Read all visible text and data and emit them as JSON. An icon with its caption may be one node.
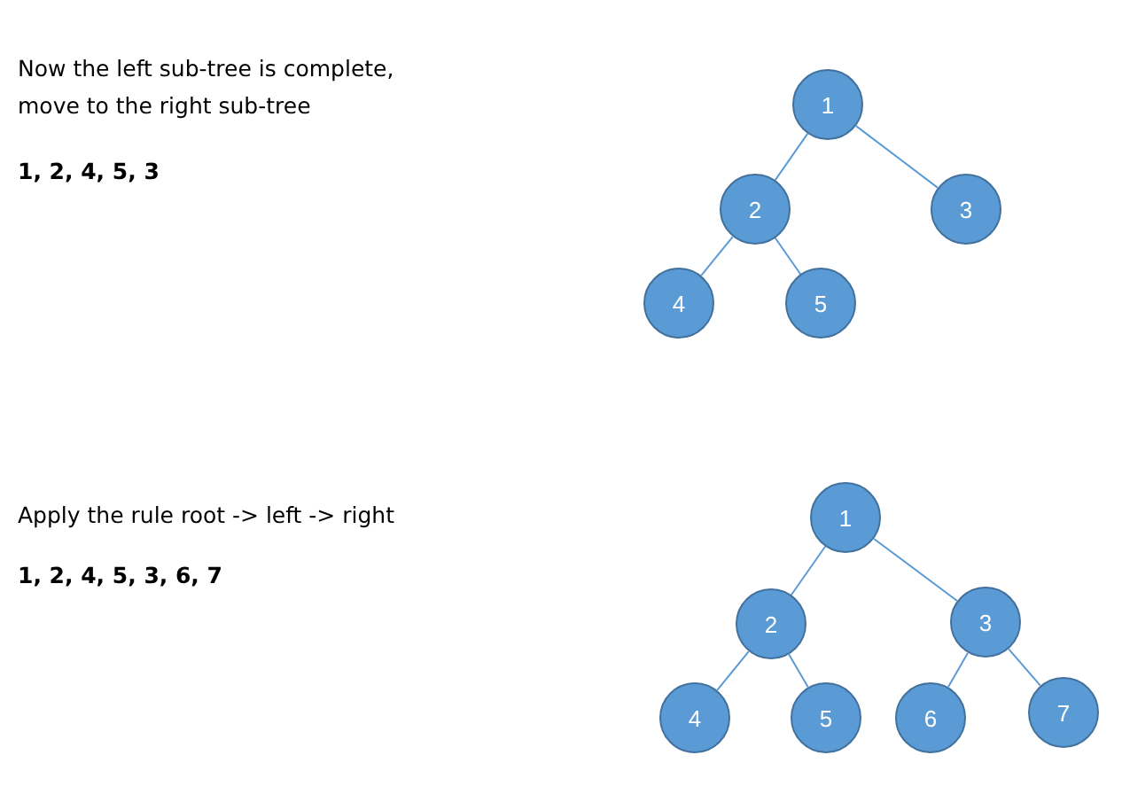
{
  "diagram": {
    "nodes": [
      {
        "text": [
          "1"
        ]
      },
      {
        "text": [
          "2"
        ]
      },
      {
        "text": [
          "3"
        ]
      },
      {
        "text": [
          "4"
        ]
      },
      {
        "text": [
          "5"
        ]
      },
      {
        "text": [
          "1"
        ]
      },
      {
        "text": [
          "2"
        ]
      },
      {
        "text": [
          "3"
        ]
      },
      {
        "text": [
          "4"
        ]
      },
      {
        "text": [
          "5"
        ]
      },
      {
        "text": [
          "6"
        ]
      },
      {
        "text": [
          "7"
        ]
      }
    ],
    "edges": [
      {
        "from": 0,
        "to": 1,
        "arrow": "none"
      },
      {
        "from": 0,
        "to": 2,
        "arrow": "none"
      },
      {
        "from": 1,
        "to": 3,
        "arrow": "none"
      },
      {
        "from": 1,
        "to": 4,
        "arrow": "none"
      },
      {
        "from": 5,
        "to": 6,
        "arrow": "none"
      },
      {
        "from": 5,
        "to": 7,
        "arrow": "none"
      },
      {
        "from": 6,
        "to": 8,
        "arrow": "none"
      },
      {
        "from": 6,
        "to": 9,
        "arrow": "none"
      },
      {
        "from": 7,
        "to": 10,
        "arrow": "none"
      },
      {
        "from": 7,
        "to": 11,
        "arrow": "none"
      }
    ],
    "labels": [
      "Now the left sub-tree is complete, move to the right sub-tree",
      "1, 2, 4, 5, 3",
      "Apply the rule root -> left -> right",
      "1, 2, 4, 5, 3, 6, 7"
    ]
  }
}
